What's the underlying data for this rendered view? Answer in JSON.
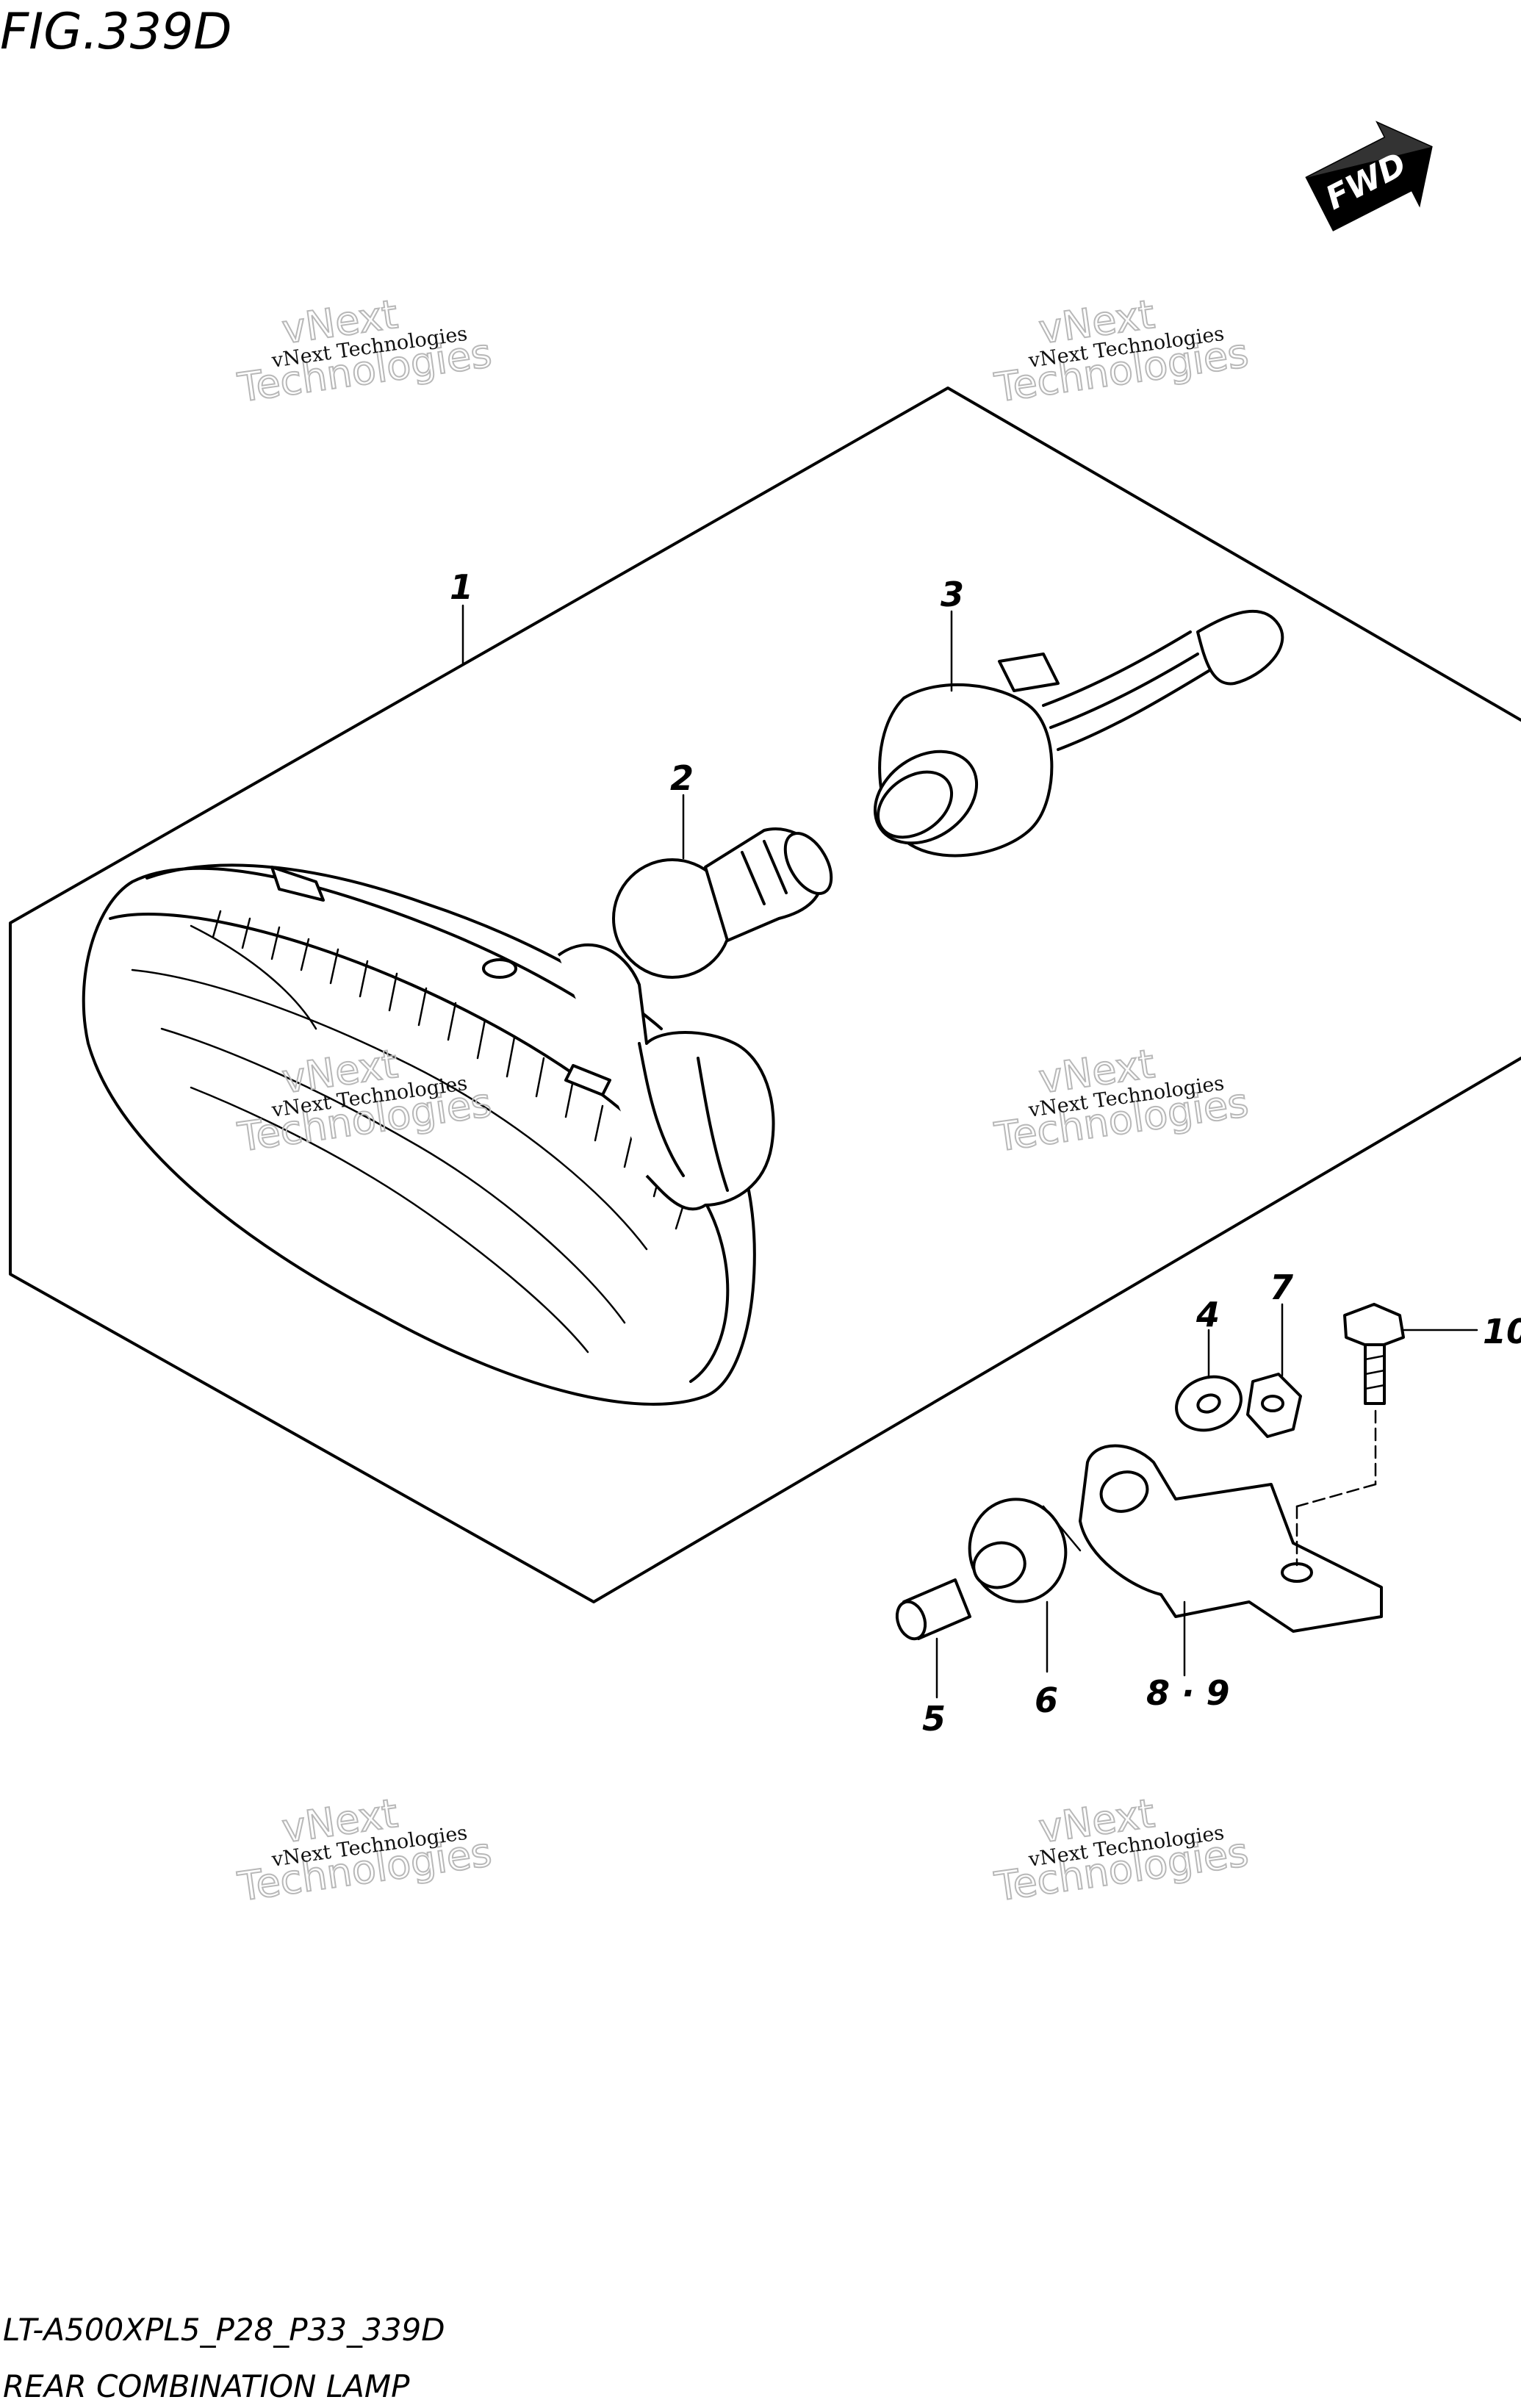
{
  "figure": {
    "title": "FIG.339D",
    "model_code": "LT-A500XPL5_P28_P33_339D",
    "section_name": "REAR COMBINATION LAMP"
  },
  "direction_indicator": {
    "label": "FWD"
  },
  "part_labels": [
    "1",
    "2",
    "3",
    "4",
    "5",
    "6",
    "7",
    "8 · 9",
    "10"
  ],
  "watermark": {
    "line1": "vNext Technologies",
    "line2": "vNext",
    "line3": "Technologies"
  }
}
